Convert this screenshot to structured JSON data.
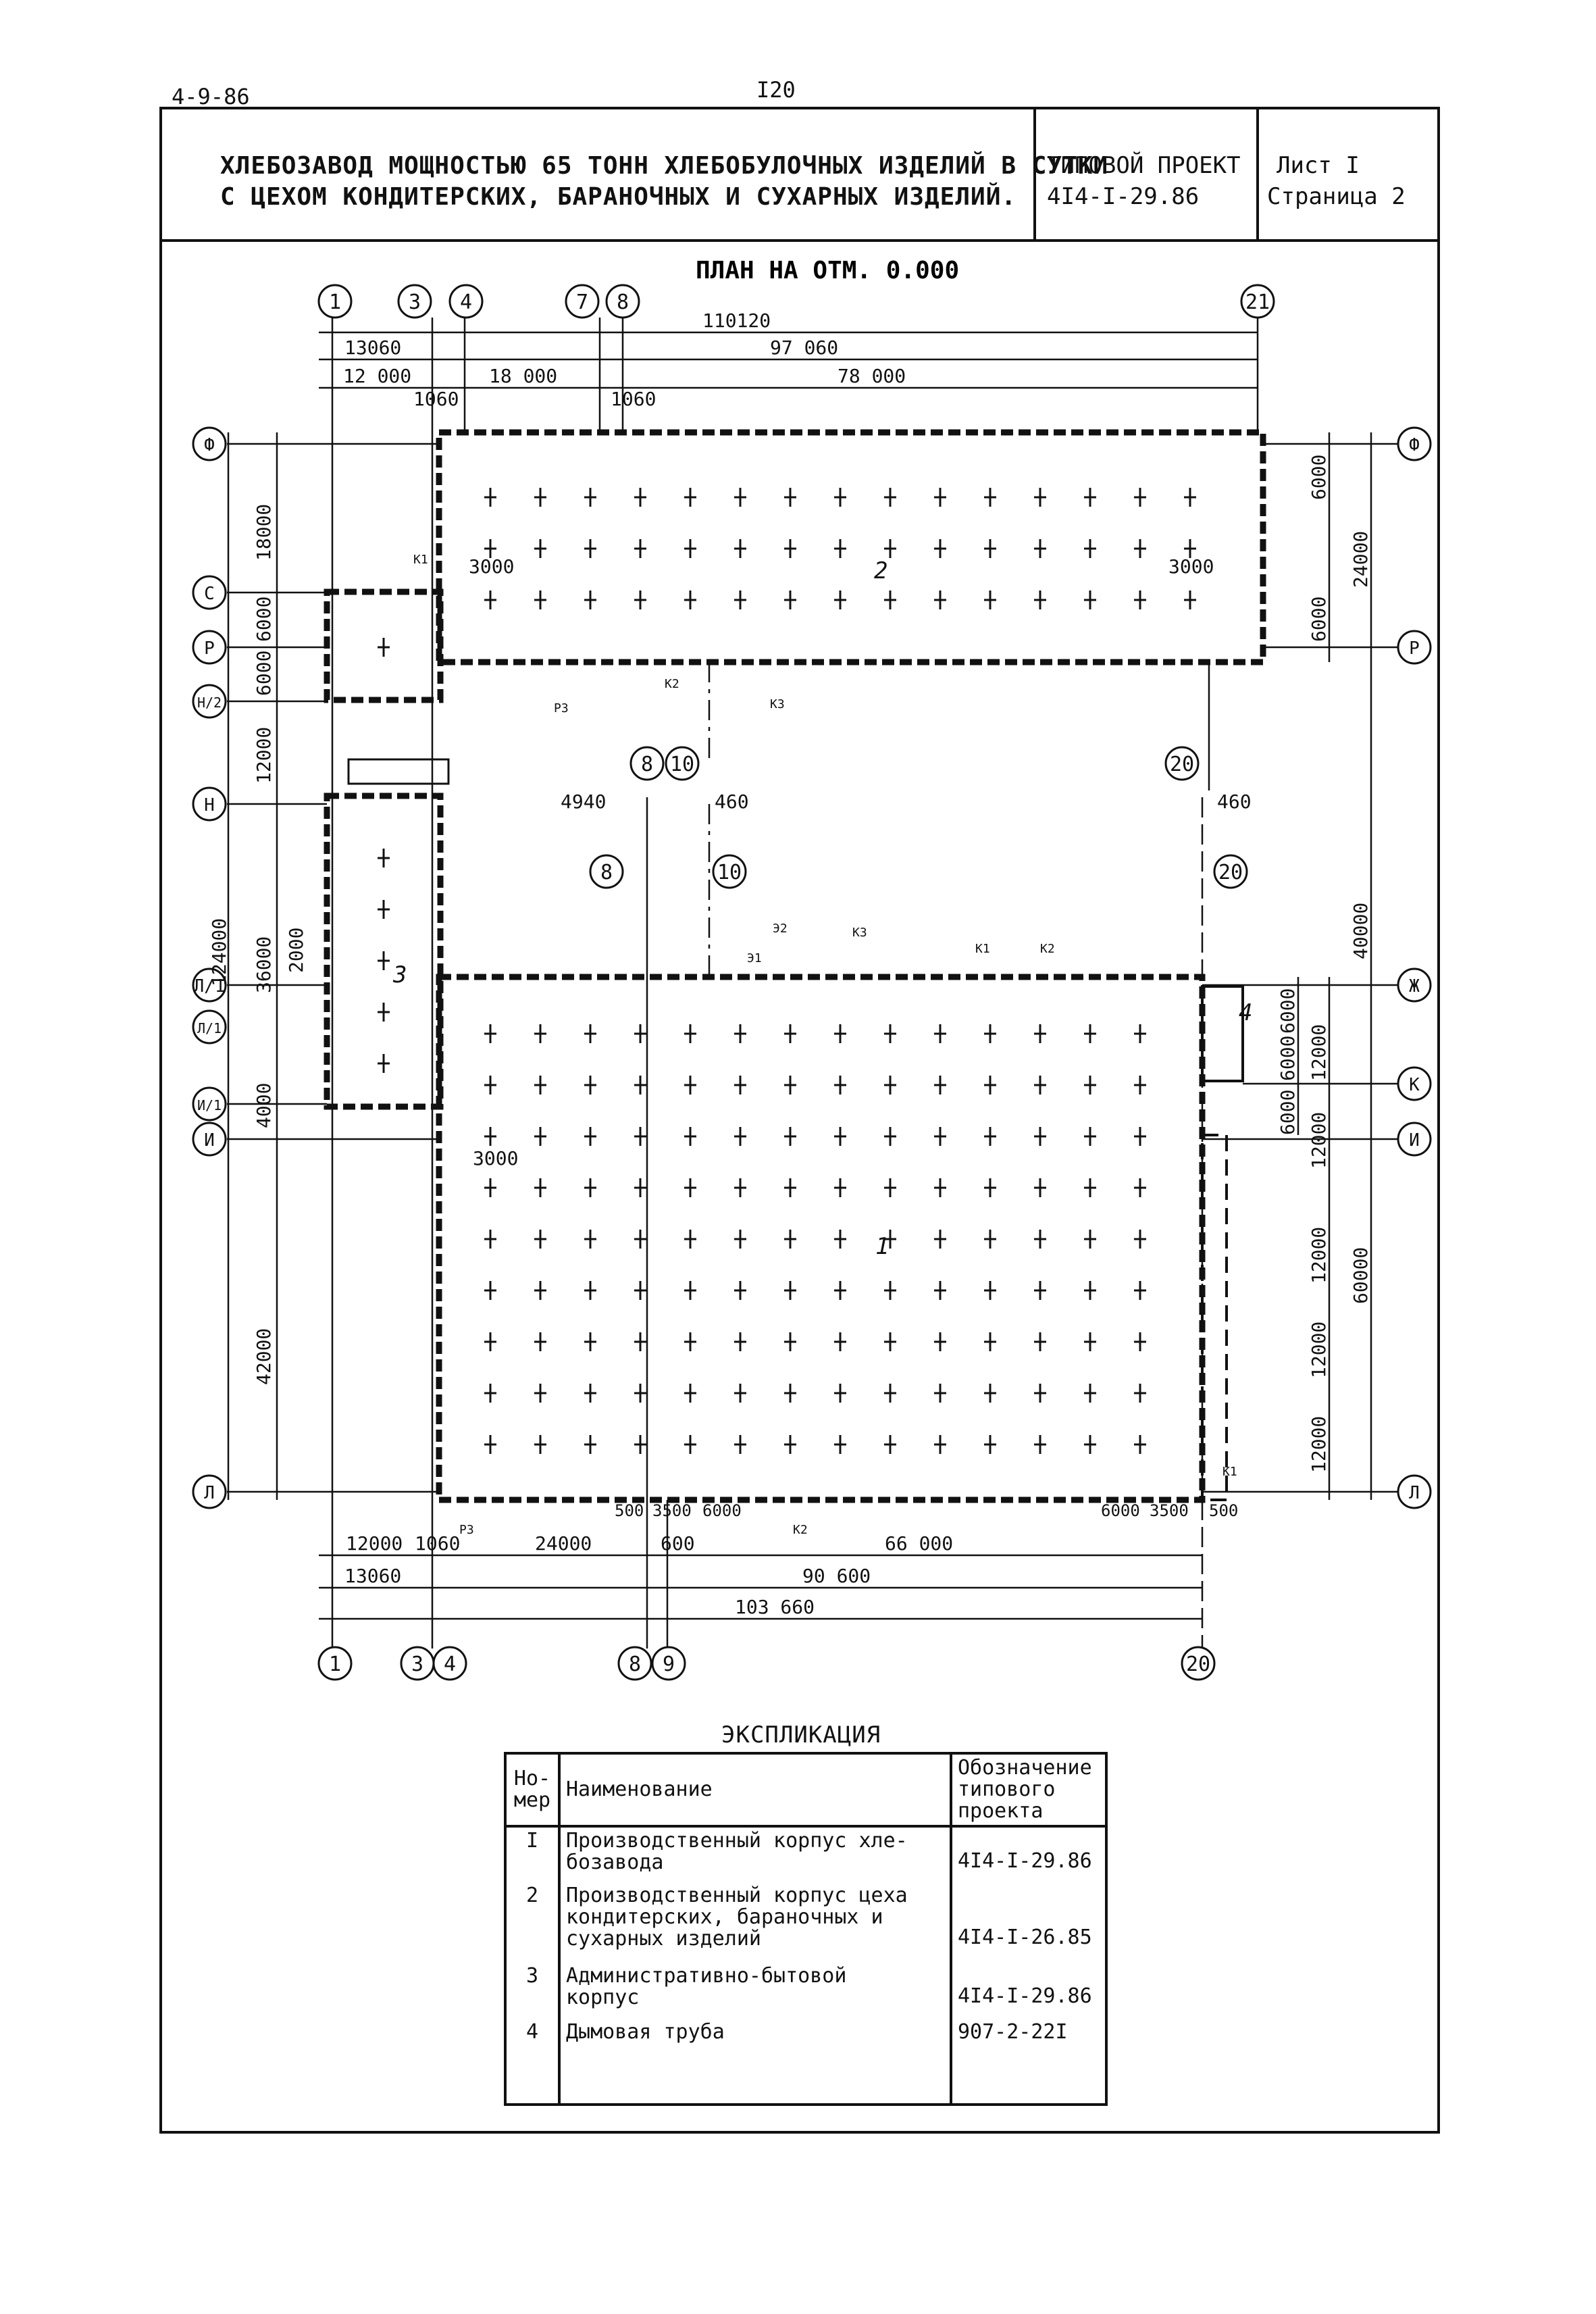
{
  "header": {
    "corner_left": "4-9-86",
    "page_number": "I20",
    "title_line1": "ХЛЕБОЗАВОД МОЩНОСТЬЮ 65 ТОНН ХЛЕБОБУЛОЧНЫХ ИЗДЕЛИЙ В СУТКИ",
    "title_line2": "С ЦЕХОМ КОНДИТЕРСКИХ, БАРАНОЧНЫХ И СУХАРНЫХ ИЗДЕЛИЙ.",
    "project_label": "ТИПОВОЙ ПРОЕКТ",
    "project_code": "4I4-I-29.86",
    "sheet_label": "Лист I",
    "page_label": "Страница 2"
  },
  "plan": {
    "title": "ПЛАН НА ОТМ. 0.000",
    "top_axes": [
      "1",
      "3",
      "4",
      "7",
      "8",
      "21"
    ],
    "bottom_axes": [
      "1",
      "3",
      "4",
      "8",
      "9",
      "20"
    ],
    "middle_axes_top": [
      "8",
      "10",
      "20"
    ],
    "middle_axes_bottom": [
      "8",
      "10",
      "20"
    ],
    "left_axes": [
      "Ф",
      "С",
      "Р",
      "Н/2",
      "Н",
      "Л/1",
      "Л/1",
      "И/1",
      "И",
      "Л"
    ],
    "right_axes": [
      "Ф",
      "Р",
      "Ж",
      "К",
      "И",
      "Л"
    ],
    "dims_top": [
      "110120",
      "13060",
      "97 060",
      "12 000",
      "18 000",
      "78 000",
      "1060",
      "1060"
    ],
    "dims_bottom": [
      "12000",
      "1060",
      "24000",
      "600",
      "66 000",
      "13060",
      "90 600",
      "103 660"
    ],
    "dims_bottom_small": [
      "500",
      "3500",
      "6000",
      "6000",
      "3500",
      "500"
    ],
    "dims_left": [
      "18000",
      "6000",
      "6000",
      "12000",
      "124000",
      "36000",
      "2000",
      "4000",
      "42000"
    ],
    "dims_right": [
      "6000",
      "24000",
      "6000",
      "6000",
      "6000",
      "12000",
      "6000",
      "12000",
      "12000",
      "60000",
      "12000",
      "12000",
      "40000"
    ],
    "dims_middle": [
      "4940",
      "460",
      "460"
    ],
    "dims_inner": [
      "3000",
      "3000",
      "3000"
    ],
    "building_labels": [
      "1",
      "2",
      "3",
      "4"
    ],
    "tag_labels": [
      "К1",
      "К2",
      "К3",
      "Р3",
      "Э1",
      "Э2"
    ]
  },
  "explication": {
    "title": "ЭКСПЛИКАЦИЯ",
    "headers": [
      "Но-\nмер",
      "Наименование",
      "Обозначение\nтипового\nпроекта"
    ],
    "rows": [
      {
        "num": "I",
        "name": "Производственный корпус хле-\nбозавода",
        "code": "4I4-I-29.86"
      },
      {
        "num": "2",
        "name": "Производственный корпус цеха\nкондитерских, бараночных и\nсухарных изделий",
        "code": "4I4-I-26.85"
      },
      {
        "num": "3",
        "name": "Административно-бытовой\nкорпус",
        "code": "4I4-I-29.86"
      },
      {
        "num": "4",
        "name": "Дымовая труба",
        "code": "907-2-22I"
      }
    ]
  }
}
